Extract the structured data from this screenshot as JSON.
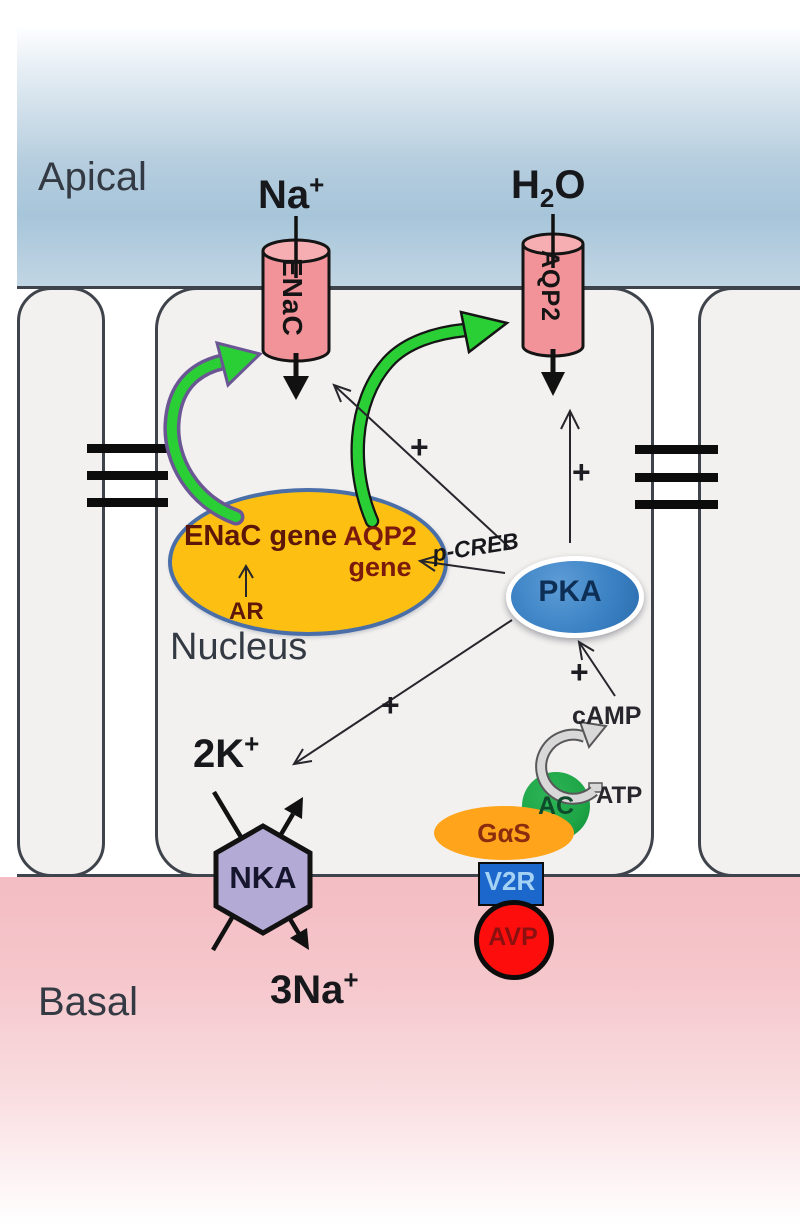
{
  "regions": {
    "apical_label": "Apical",
    "basal_label": "Basal"
  },
  "apical_transport": {
    "sodium": {
      "base": "Na",
      "sup": "+"
    },
    "water": {
      "pre": "H",
      "sub": "2",
      "post": "O"
    },
    "enac_channel": "ENaC",
    "aqp2_channel": "AQP2"
  },
  "nucleus": {
    "label": "Nucleus",
    "enac_gene": "ENaC gene",
    "aqp2_gene_line1": "AQP2",
    "aqp2_gene_line2": "gene",
    "ar": "AR"
  },
  "signaling": {
    "pka": "PKA",
    "p_creb": "p-CREB",
    "camp": "cAMP",
    "atp": "ATP",
    "ac": "AC",
    "g_alpha_s": "GαS",
    "v2r": "V2R",
    "avp": "AVP",
    "plus_signs": [
      "+",
      "+",
      "+",
      "+"
    ]
  },
  "basolateral_transport": {
    "nka": "NKA",
    "potassium_in": {
      "base": "2K",
      "sup": "+"
    },
    "sodium_out": {
      "base": "3Na",
      "sup": "+"
    }
  },
  "colors": {
    "apical_lumen_blue": "#a7c5da",
    "basal_pink": "#f5c6cb",
    "cell_fill": "#f2f1ef",
    "membrane_dark": "#3f444c",
    "channel_pink": "#f2939a",
    "channel_pink_top": "#f6aeb2",
    "nucleus_yellow": "#fdbf12",
    "nucleus_border_blue": "#4a6fa8",
    "pka_blue": "#3b82c4",
    "nka_purple": "#b4aad6",
    "ac_green": "#1da546",
    "gas_orange": "#ffa41b",
    "v2r_blue": "#1b67cc",
    "avp_red": "#fe0d0d",
    "arrow_green": "#29cf35",
    "arrow_purple": "#6b5694"
  }
}
